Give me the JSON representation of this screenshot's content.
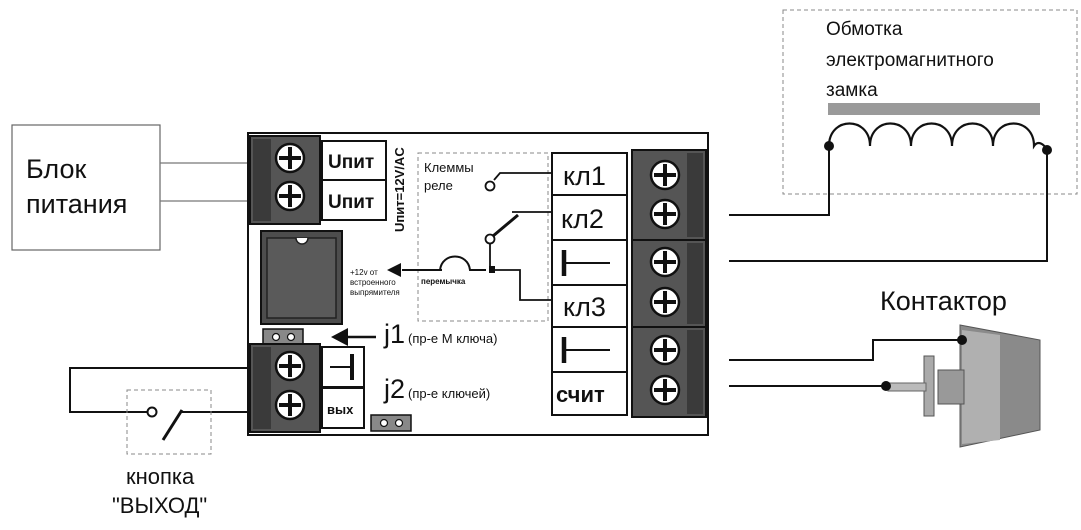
{
  "power_unit": {
    "line1": "Блок",
    "line2": "питания"
  },
  "left_terminals": {
    "upit1": "Uпит",
    "upit2": "Uпит",
    "vyh": "вых"
  },
  "voltage_note": "Uпит=12V/AC",
  "relay": {
    "title_line1": "Клеммы",
    "title_line2": "реле",
    "jumper": "перемычка"
  },
  "rectifier_note": {
    "line1": "+12v от",
    "line2": "встроенного",
    "line3": "выпрямителя"
  },
  "jumpers": {
    "j1_name": "j1",
    "j1_desc": "(пр-е М ключа)",
    "j2_name": "j2",
    "j2_desc": "(пр-е ключей)"
  },
  "right_terminals": {
    "kl1": "кл1",
    "kl2": "кл2",
    "kl3": "кл3",
    "schit": "счит"
  },
  "lock": {
    "line1": "Обмотка",
    "line2": "электромагнитного",
    "line3": "замка"
  },
  "contactor": "Контактор",
  "exit_button": {
    "line1": "кнопка",
    "line2": "\"ВЫХОД\""
  }
}
